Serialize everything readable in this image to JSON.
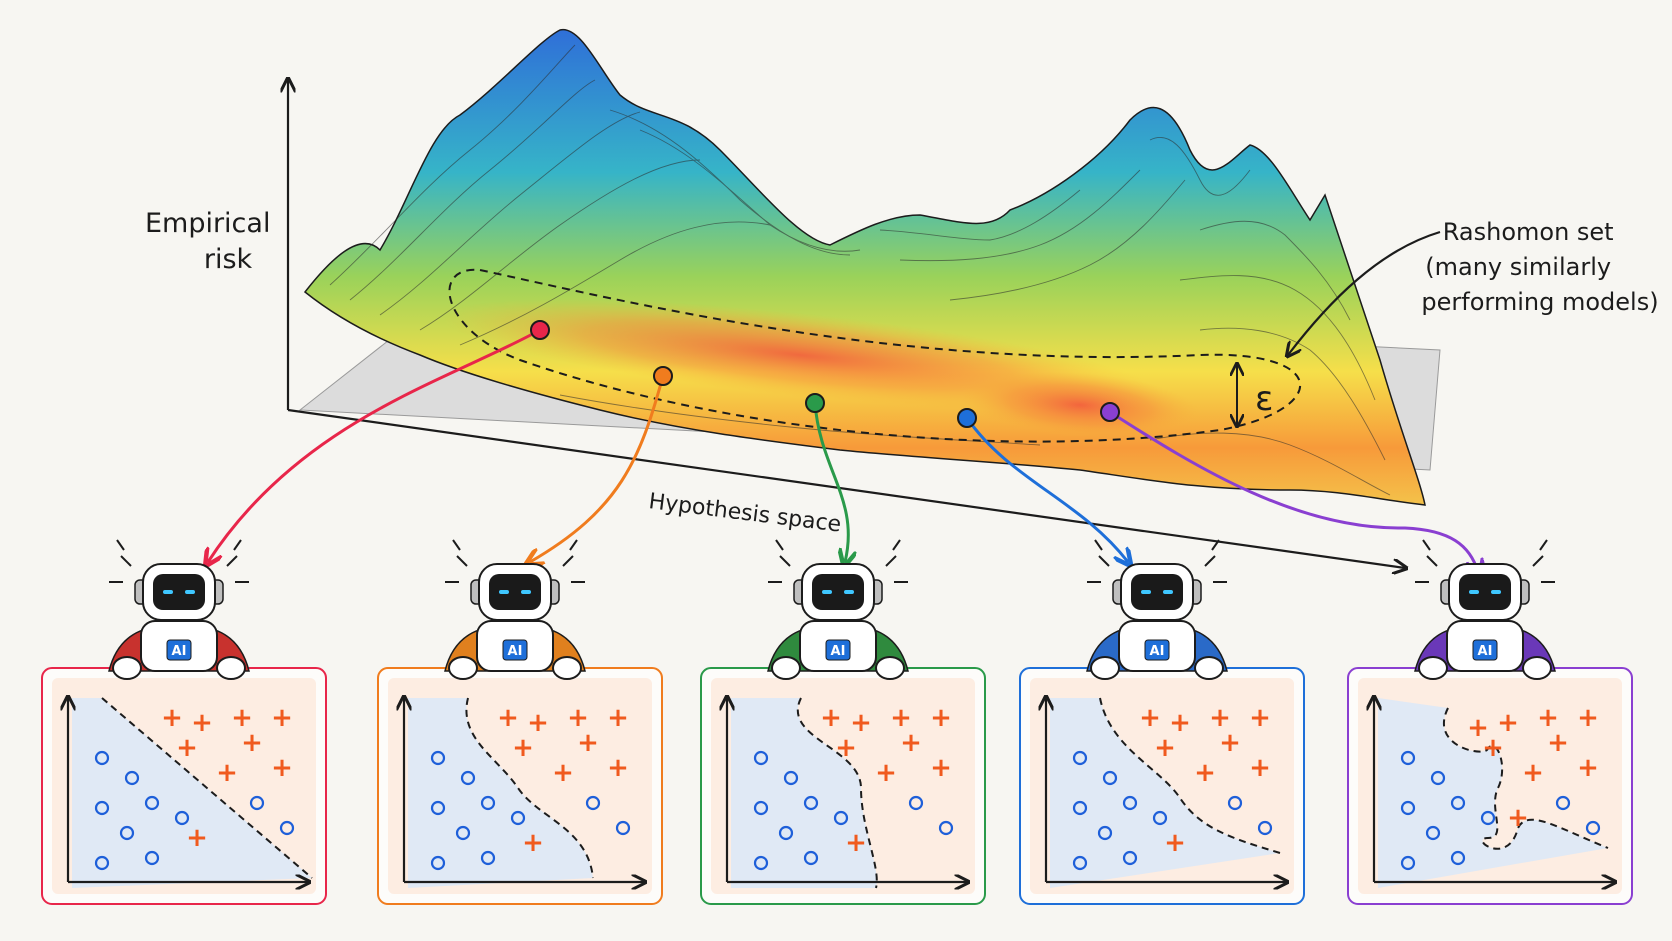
{
  "labels": {
    "y_axis": [
      "Empirical",
      "risk"
    ],
    "x_axis": "Hypothesis space",
    "rashomon": [
      "Rashomon set",
      "(many similarly",
      "performing models)"
    ],
    "epsilon": "ε"
  },
  "models": [
    {
      "color": "#e8264a",
      "fill": "#fbe8e6",
      "cape": "#c8322e",
      "badge": "AI"
    },
    {
      "color": "#f07c1e",
      "fill": "#fcebd9",
      "cape": "#e0801e",
      "badge": "AI"
    },
    {
      "color": "#2a9a4a",
      "fill": "#e6f2e3",
      "cape": "#2f8a3e",
      "badge": "AI"
    },
    {
      "color": "#1e6fd9",
      "fill": "#e3edf9",
      "cape": "#2a6ac8",
      "badge": "AI"
    },
    {
      "color": "#8a3fd1",
      "fill": "#efe6f7",
      "cape": "#6a38b8",
      "badge": "AI"
    }
  ],
  "colors": {
    "positive": "#f05a1e",
    "negative": "#1e5fd9",
    "ink": "#1c1c1c"
  },
  "icons": [
    "robot-icon",
    "plus-icon",
    "circle-icon",
    "arrow-icon"
  ]
}
